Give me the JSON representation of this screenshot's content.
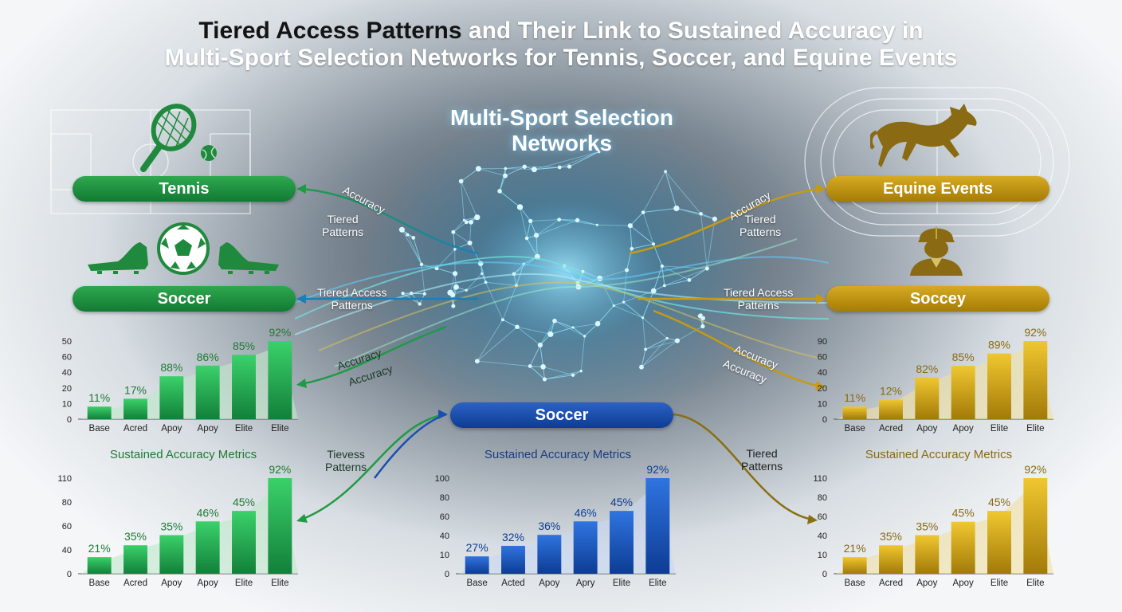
{
  "title": {
    "line1_dark": "Tiered Access Patterns",
    "line1_rest": " and Their Link to Sustained Accuracy in",
    "line2": "Multi-Sport Selection Networks for Tennis, Soccer, and Equine Events"
  },
  "network": {
    "title_line1": "Multi-Sport Selection",
    "title_line2": "Networks"
  },
  "colors": {
    "green": "#1f9a45",
    "gold": "#c79a12",
    "blue": "#1a4fb0",
    "network": "#7fe0ff"
  },
  "icons": [
    "tennis-racket-icon",
    "tennis-ball-icon",
    "soccer-cleat-icon",
    "soccer-ball-icon",
    "galloping-horse-icon",
    "jockey-icon"
  ],
  "pills": {
    "tennis": "Tennis",
    "soccer_left": "Soccer",
    "equine": "Equine Events",
    "soccey_right": "Soccey",
    "soccer_center": "Soccer"
  },
  "flow_labels": {
    "left_accuracy_top": "Accuracy",
    "left_tiered_line1": "Tiered",
    "left_tiered_line2": "Patterns",
    "left_access_line1": "Tiered Access",
    "left_access_line2": "Patterns",
    "left_accuracy_a": "Accuracy",
    "left_accuracy_b": "Accuracy",
    "left_tievess_line1": "Tievess",
    "left_tievess_line2": "Patterns",
    "right_accuracy_top": "Accuracy",
    "right_tiered_line1": "Tiered",
    "right_tiered_line2": "Patterns",
    "right_access_line1": "Tiered Access",
    "right_access_line2": "Patterns",
    "right_accuracy_a": "Accuracy",
    "right_accuracy_b": "Accuracy",
    "right_tiered2_line1": "Tiered",
    "right_tiered2_line2": "Patterns"
  },
  "chart_data": [
    {
      "type": "bar",
      "title": "",
      "categories": [
        "Base",
        "Acred",
        "Apoy",
        "Apoy",
        "Elite",
        "Elite"
      ],
      "yticks": [
        "0",
        "10",
        "20",
        "40",
        "60",
        "50"
      ],
      "series": [
        {
          "values": [
            11,
            17,
            88,
            86,
            85,
            92
          ],
          "labels": [
            "11%",
            "17%",
            "88%",
            "86%",
            "85%",
            "92%"
          ]
        }
      ]
    },
    {
      "type": "bar",
      "title": "Sustained Accuracy Metrics",
      "categories": [
        "Base",
        "Acred",
        "Apoy",
        "Apoy",
        "Elite",
        "Elite"
      ],
      "yticks": [
        "0",
        "40",
        "60",
        "80",
        "110"
      ],
      "series": [
        {
          "values": [
            21,
            35,
            35,
            46,
            45,
            92
          ],
          "labels": [
            "21%",
            "35%",
            "35%",
            "46%",
            "45%",
            "92%"
          ]
        }
      ]
    },
    {
      "type": "bar",
      "title": "Sustained Accuracy Metrics",
      "categories": [
        "Base",
        "Acted",
        "Apoy",
        "Apry",
        "Elite",
        "Elite"
      ],
      "yticks": [
        "0",
        "10",
        "40",
        "60",
        "80",
        "100"
      ],
      "series": [
        {
          "values": [
            27,
            32,
            36,
            46,
            45,
            92
          ],
          "labels": [
            "27%",
            "32%",
            "36%",
            "46%",
            "45%",
            "92%"
          ]
        }
      ]
    },
    {
      "type": "bar",
      "title": "",
      "categories": [
        "Base",
        "Acred",
        "Apoy",
        "Apoy",
        "Elite",
        "Elite"
      ],
      "yticks": [
        "0",
        "10",
        "20",
        "40",
        "60",
        "90"
      ],
      "series": [
        {
          "values": [
            11,
            12,
            82,
            85,
            89,
            92
          ],
          "labels": [
            "11%",
            "12%",
            "82%",
            "85%",
            "89%",
            "92%"
          ]
        }
      ]
    },
    {
      "type": "bar",
      "title": "Sustained Accuracy Metrics",
      "categories": [
        "Base",
        "Acred",
        "Apoy",
        "Apoy",
        "Elite",
        "Elite"
      ],
      "yticks": [
        "0",
        "10",
        "40",
        "60",
        "80",
        "110"
      ],
      "series": [
        {
          "values": [
            21,
            35,
            35,
            45,
            45,
            92
          ],
          "labels": [
            "21%",
            "35%",
            "35%",
            "45%",
            "45%",
            "92%"
          ]
        }
      ]
    }
  ]
}
